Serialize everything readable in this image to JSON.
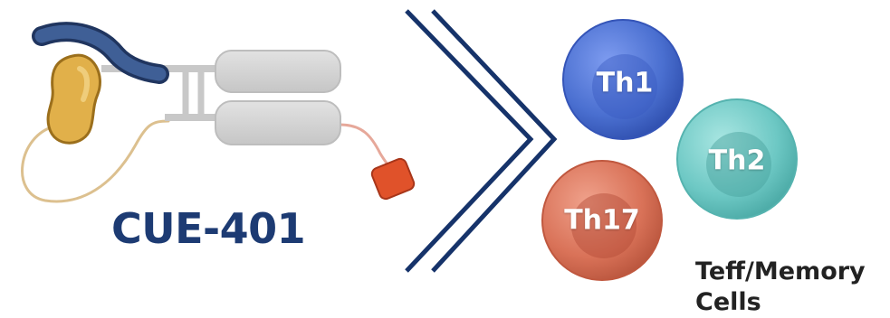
{
  "drug": {
    "name": "CUE-401"
  },
  "cells": [
    {
      "label": "Th1",
      "color": "#4a6fd0"
    },
    {
      "label": "Th2",
      "color": "#6dc8c4"
    },
    {
      "label": "Th17",
      "color": "#d97258"
    }
  ],
  "caption": {
    "line1": "Teff/Memory",
    "line2": "Cells"
  },
  "colors": {
    "text_navy": "#1d3b73",
    "arrow": "#16336a",
    "scaffold": "#d2d2d2",
    "antibody": "#2e4e86",
    "peptide": "#e1b04a",
    "payload": "#e0522a"
  }
}
